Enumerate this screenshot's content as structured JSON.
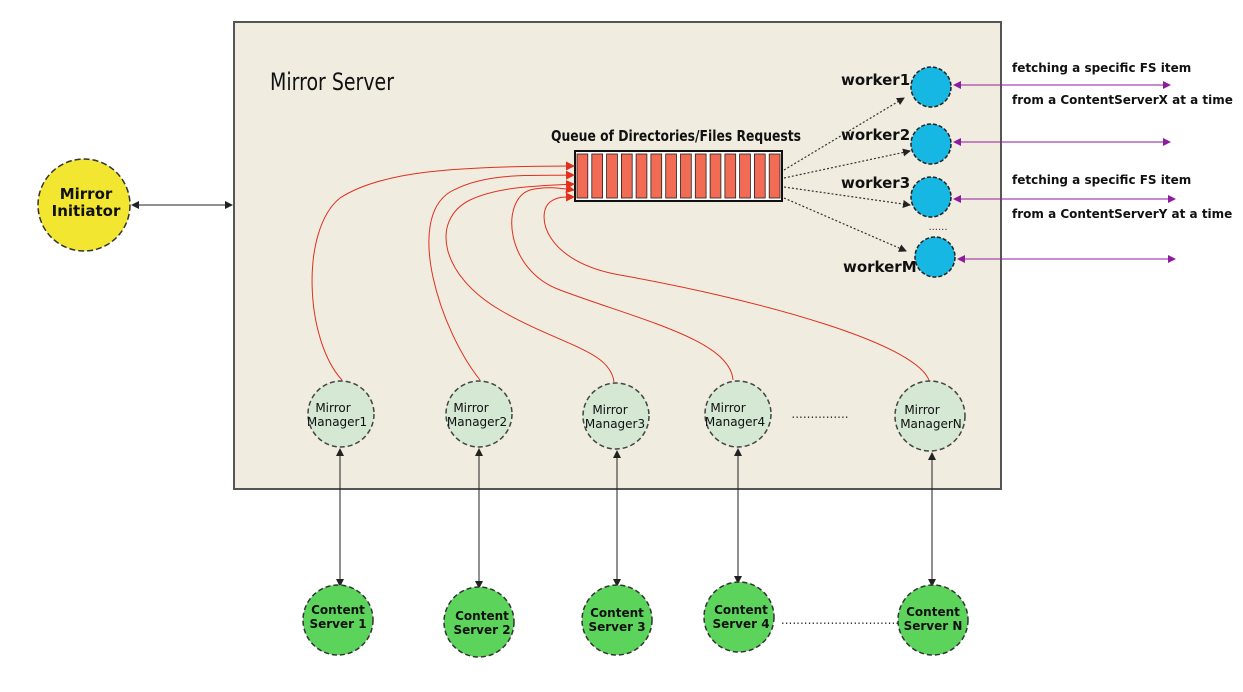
{
  "server": {
    "title": "Mirror Server",
    "fill": "#f1ece0",
    "stroke": "#555555"
  },
  "initiator": {
    "label_lines": [
      "Mirror",
      "Initiator"
    ],
    "fill": "#f2e630"
  },
  "queue": {
    "title": "Queue of Directories/Files Requests",
    "slots": 14,
    "fill": "#f26b55"
  },
  "workers": [
    {
      "label": "worker1"
    },
    {
      "label": "worker2"
    },
    {
      "label": "worker3"
    },
    {
      "label": "workerM"
    }
  ],
  "worker_colors": {
    "fill": "#17b7e3",
    "link": "#8e1b9e"
  },
  "worker_notes": [
    {
      "line1": "fetching a specific FS item",
      "line2": "from a ContentServerX at a time"
    },
    {
      "line1": "fetching a specific FS item",
      "line2": "from a ContentServerY at a time"
    }
  ],
  "managers": [
    {
      "line1": "Mirror",
      "line2": "Manager1"
    },
    {
      "line1": "Mirror",
      "line2": "Manager2"
    },
    {
      "line1": "Mirror",
      "line2": "Manager3"
    },
    {
      "line1": "Mirror",
      "line2": "Manager4"
    },
    {
      "line1": "Mirror",
      "line2": "ManagerN"
    }
  ],
  "manager_fill": "#d4e8d4",
  "content_servers": [
    {
      "line1": "Content",
      "line2": "Server 1"
    },
    {
      "line1": "Content",
      "line2": "Server 2"
    },
    {
      "line1": "Content",
      "line2": "Server 3"
    },
    {
      "line1": "Content",
      "line2": "Server 4"
    },
    {
      "line1": "Content",
      "line2": "Server N"
    }
  ],
  "content_fill": "#5cd45c",
  "request_line_color": "#e0301e"
}
